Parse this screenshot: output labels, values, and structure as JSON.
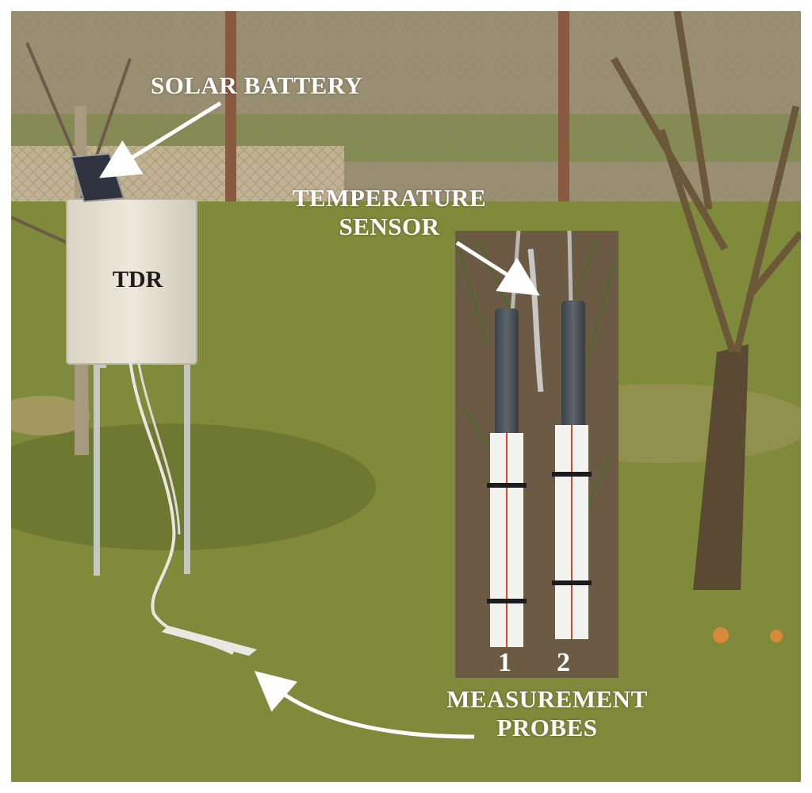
{
  "labels": {
    "solar_battery": "SOLAR BATTERY",
    "temperature_sensor": [
      "TEMPERATURE",
      "SENSOR"
    ],
    "tdr": "TDR",
    "measurement_probes": [
      "MEASUREMENT",
      "PROBES"
    ],
    "probe_numbers": [
      "1",
      "2"
    ]
  },
  "colors": {
    "grass": "#7d8c3a",
    "soil": "#6b5a44",
    "fence_post": "#8a5a40",
    "enclosure": "#e6e1d2",
    "probe_body": "#f2f2ee",
    "probe_head": "#4a5258",
    "probe_wire": "#d0472c",
    "label_text": "#ffffff",
    "tdr_text": "#1e1e1e"
  }
}
